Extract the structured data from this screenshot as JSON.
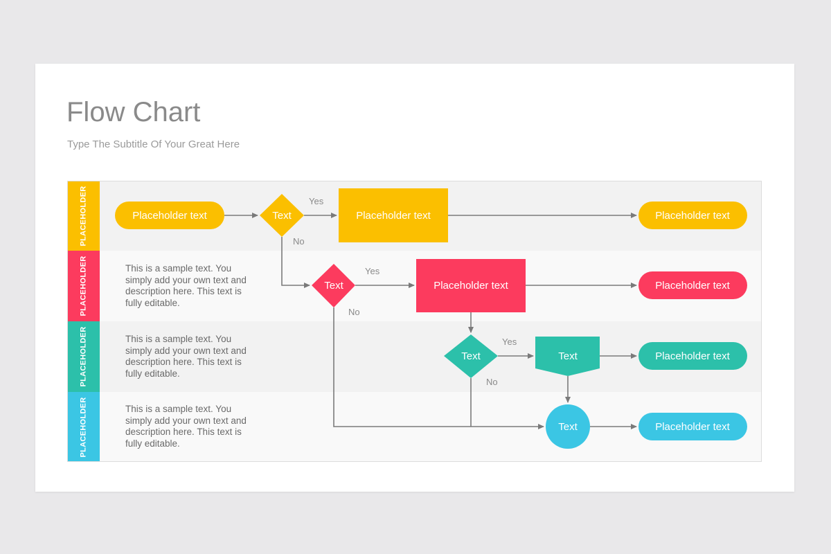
{
  "title": "Flow Chart",
  "subtitle": "Type The Subtitle Of Your Great Here",
  "colors": {
    "yellow": "#fbbf00",
    "red": "#fc3b5e",
    "teal": "#2cc0aa",
    "blue": "#3bc6e4",
    "line": "#7a7a7a",
    "labelText": "#8a8a8a"
  },
  "lanes": [
    {
      "label": "PLACEHOLDER",
      "color": "#fbbf00",
      "description": ""
    },
    {
      "label": "PLACEHOLDER",
      "color": "#fc3b5e",
      "description": "This is a sample text. You simply add your own text and description here. This text is fully editable."
    },
    {
      "label": "PLACEHOLDER",
      "color": "#2cc0aa",
      "description": "This is a sample text. You simply add your own text and description here. This text is fully editable."
    },
    {
      "label": "PLACEHOLDER",
      "color": "#3bc6e4",
      "description": "This is a sample text. You simply add your own text and description here. This text is fully editable."
    }
  ],
  "nodes": {
    "start": "Placeholder text",
    "decision1": "Text",
    "process1": "Placeholder text",
    "end1": "Placeholder text",
    "decision2": "Text",
    "process2": "Placeholder text",
    "end2": "Placeholder text",
    "decision3": "Text",
    "offpage3": "Text",
    "end3": "Placeholder text",
    "circle4": "Text",
    "end4": "Placeholder text"
  },
  "edge_labels": {
    "yes1": "Yes",
    "no1": "No",
    "yes2": "Yes",
    "no2": "No",
    "yes3": "Yes",
    "no3": "No"
  }
}
